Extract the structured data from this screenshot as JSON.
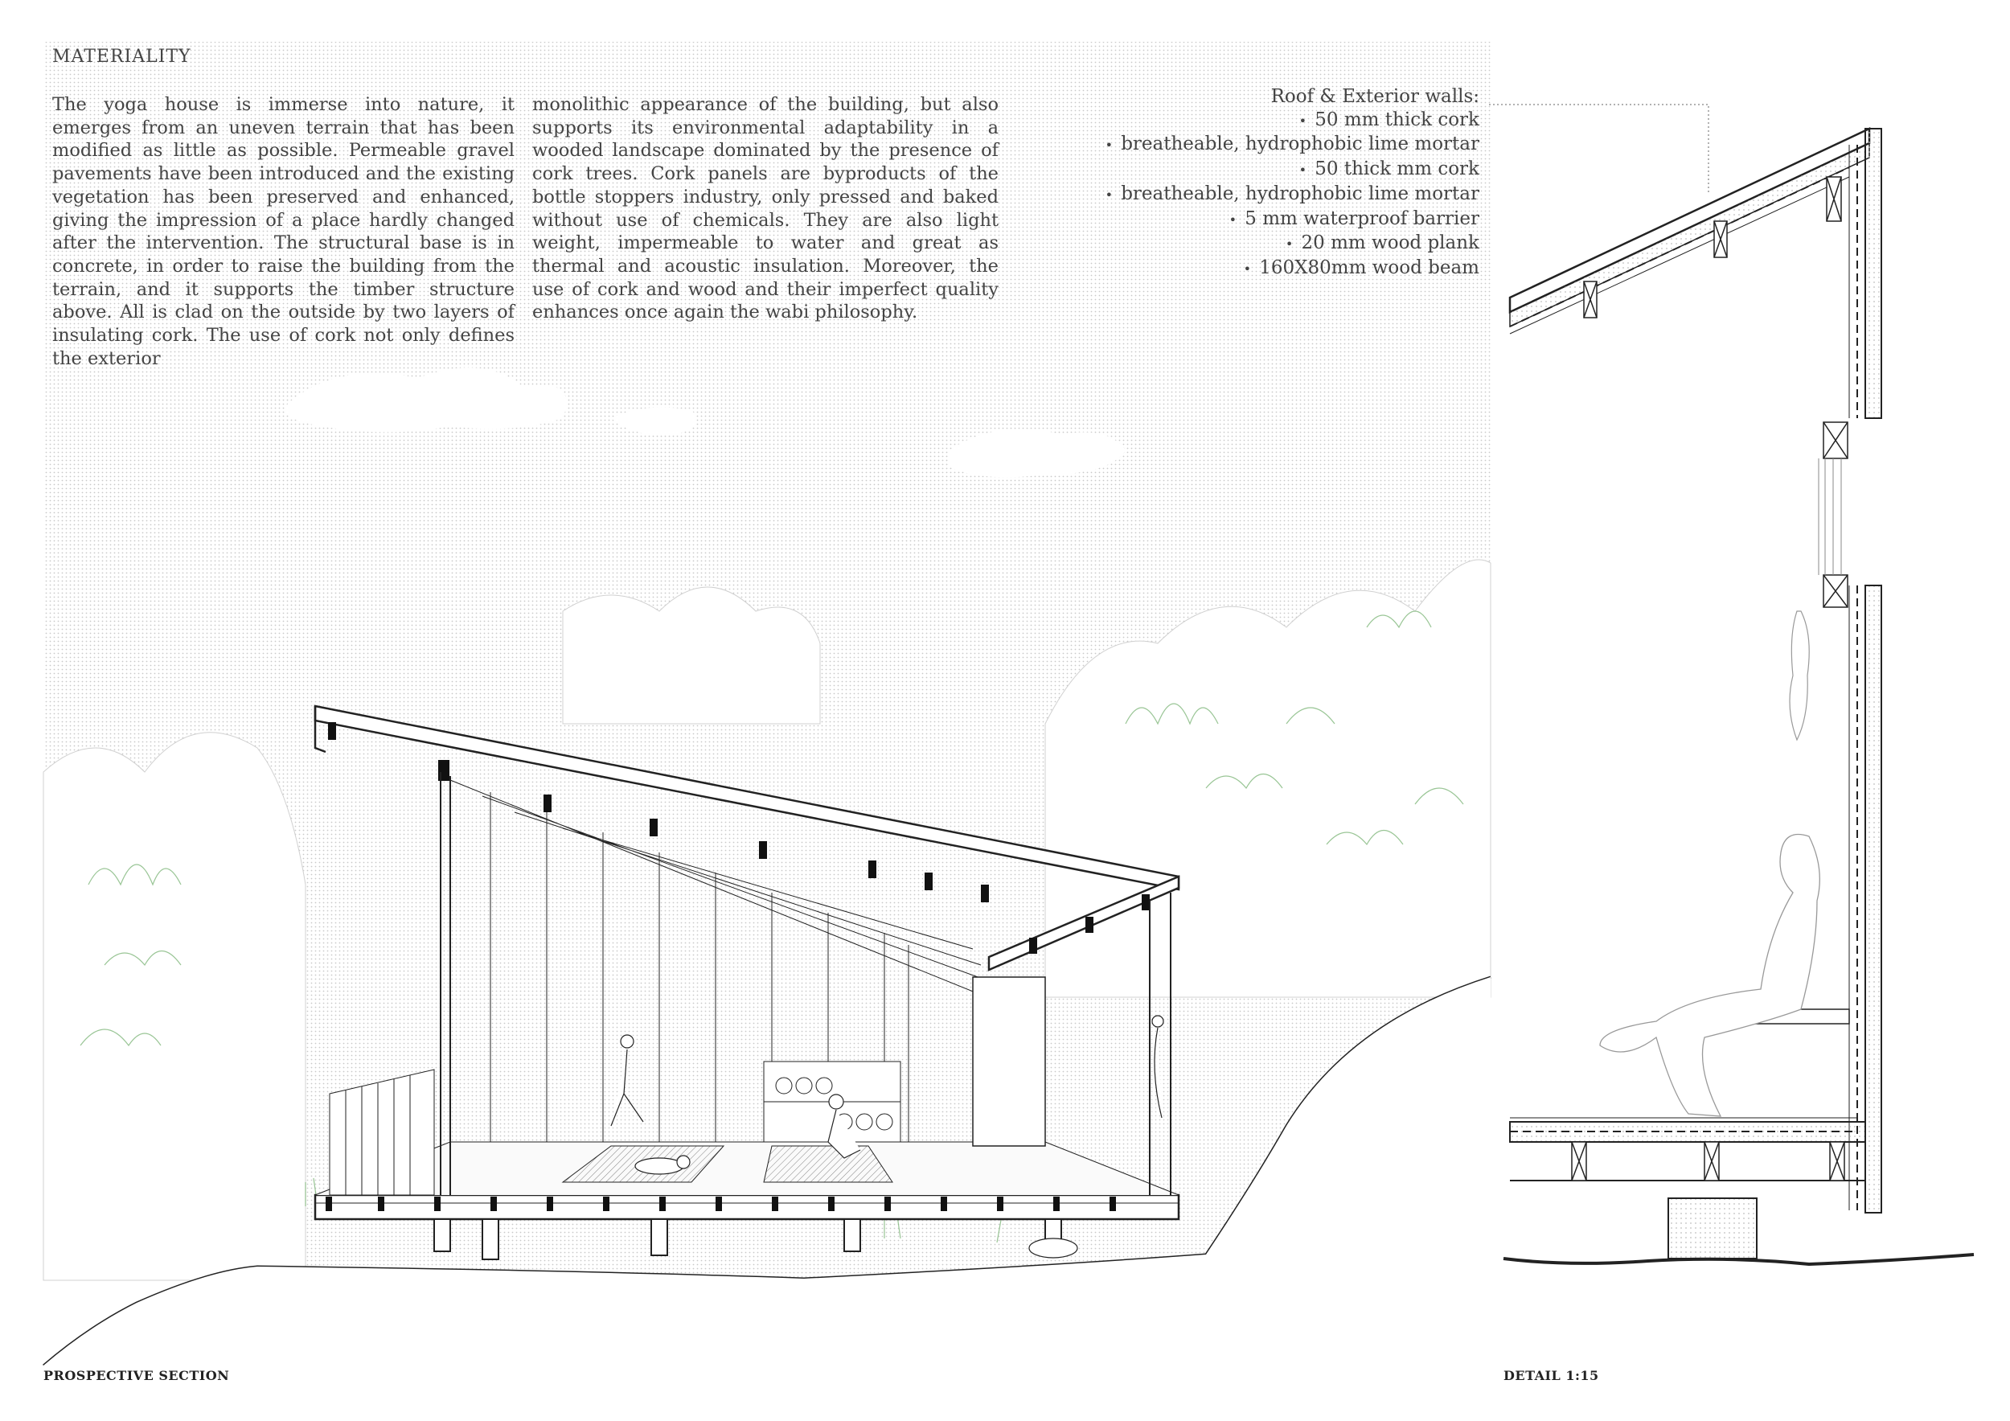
{
  "materiality": {
    "title": "MATERIALITY",
    "column_1": "The yoga house is immerse into nature, it emerges from an uneven terrain that has been modified as little as possible. Permeable gravel pavements have been introduced and the existing vegetation has been preserved and enhanced, giving the impression of a place hardly changed after the intervention. The structural base is in concrete, in order to raise the building from the terrain, and it supports the timber structure above. All is clad on the outside by two layers of insulating cork. The use of cork not only defines the exterior",
    "column_2": "monolithic appearance of the building, but also supports its environmental adaptability in a wooded landscape dominated by the presence of cork trees. Cork panels are byproducts of the bottle stoppers industry, only pressed and baked without use of chemicals. They are also light weight, impermeable to water and great as thermal and acoustic insulation. Moreover, the use of cork and wood and their imperfect quality enhances once again the wabi philosophy."
  },
  "specification": {
    "heading": "Roof & Exterior walls:",
    "layers": [
      "50 mm thick cork",
      "breatheable, hydrophobic lime mortar",
      "50 thick mm cork",
      "breatheable, hydrophobic lime mortar",
      "5 mm waterproof barrier",
      "20 mm wood plank",
      "160X80mm wood beam"
    ]
  },
  "labels": {
    "section": "PROSPECTIVE SECTION",
    "detail": "DETAIL 1:15"
  },
  "colors": {
    "vegetation": "#7fb77a",
    "sky_dots": "#d9d9d9",
    "ink": "#222222"
  }
}
